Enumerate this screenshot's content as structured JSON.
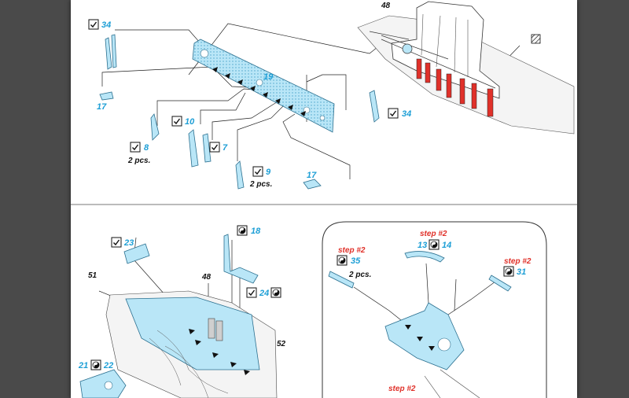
{
  "colors": {
    "viewer_background": "#4a4a4a",
    "page": "#ffffff",
    "part_fill": "#b9e6f7",
    "part_number": "#1e9fd6",
    "step_text": "#e0312a",
    "highlight_red": "#e0312a"
  },
  "icons": [
    "check-bend-icon",
    "yin-yang-icon",
    "hatched-square-icon"
  ],
  "top_panel": {
    "label_48": "48",
    "label_34a": "34",
    "label_17a": "17",
    "label_19": "19",
    "label_10": "10",
    "label_8": "8",
    "label_7": "7",
    "label_8_qty": "2 pcs.",
    "label_9": "9",
    "label_9_qty": "2 pcs.",
    "label_17b": "17",
    "label_34b": "34"
  },
  "bottom_left": {
    "label_23": "23",
    "label_18": "18",
    "label_51": "51",
    "label_48": "48",
    "label_24": "24",
    "label_52": "52",
    "label_21": "21",
    "label_22": "22"
  },
  "inset": {
    "step_a": "step #2",
    "label_35": "35",
    "label_35_qty": "2 pcs.",
    "step_b": "step #2",
    "label_13": "13",
    "label_14": "14",
    "step_c": "step #2",
    "label_31": "31",
    "step_d": "step #2"
  }
}
